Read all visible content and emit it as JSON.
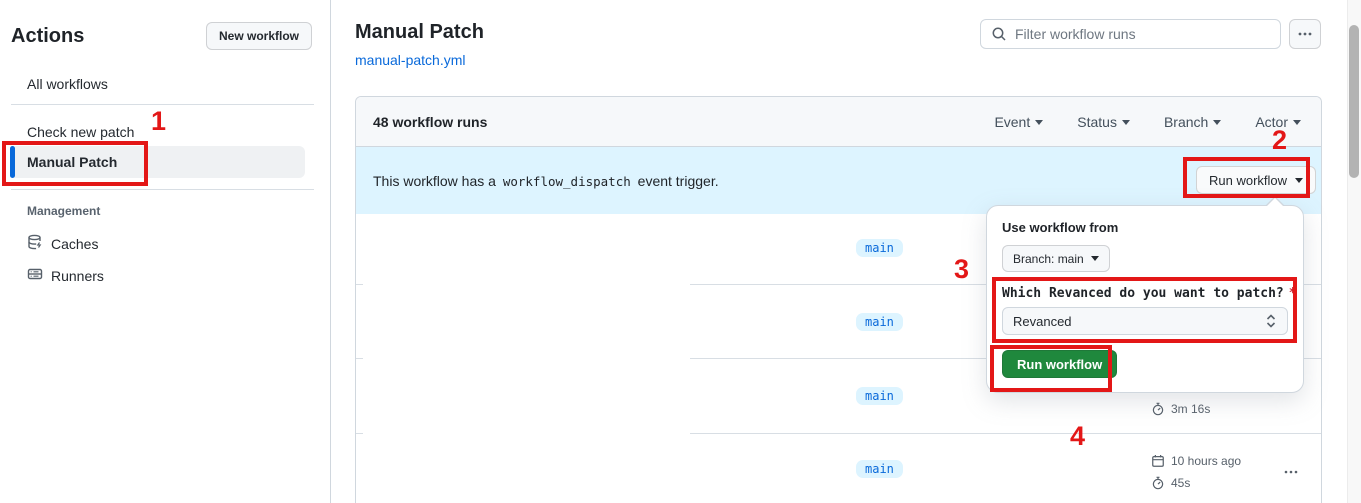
{
  "sidebar": {
    "title": "Actions",
    "new_workflow_label": "New workflow",
    "items": [
      {
        "label": "All workflows",
        "selected": false
      },
      {
        "label": "Check new patch",
        "selected": false
      },
      {
        "label": "Manual Patch",
        "selected": true
      }
    ],
    "management_label": "Management",
    "management_items": [
      {
        "label": "Caches"
      },
      {
        "label": "Runners"
      }
    ]
  },
  "main": {
    "title": "Manual Patch",
    "workflow_file_link": "manual-patch.yml",
    "filter_placeholder": "Filter workflow runs"
  },
  "runs_table": {
    "count_label": "48 workflow runs",
    "filters": [
      {
        "label": "Event"
      },
      {
        "label": "Status"
      },
      {
        "label": "Branch"
      },
      {
        "label": "Actor"
      }
    ],
    "dispatch_banner": {
      "text_before_code": "This workflow has a",
      "code": "workflow_dispatch",
      "text_after_code": "event trigger.",
      "run_workflow_button": "Run workflow"
    },
    "rows": [
      {
        "branch": "main"
      },
      {
        "branch": "main"
      },
      {
        "branch": "main",
        "duration": "3m 16s"
      },
      {
        "branch": "main",
        "started": "10 hours ago",
        "duration": "45s"
      }
    ]
  },
  "run_workflow_dialog": {
    "heading": "Use workflow from",
    "ref_selector_label": "Branch: main",
    "input_label": "Which Revanced do you want to patch?",
    "required_indicator": "*",
    "input_selected_value": "Revanced",
    "submit_label": "Run workflow"
  },
  "annotations": {
    "step_1": "1",
    "step_2": "2",
    "step_3": "3",
    "step_4": "4"
  },
  "colors": {
    "annotation_red": "#e31717",
    "accent_blue": "#0969da",
    "banner_blue": "#ddf4ff",
    "badge_blue_bg": "#ddf4ff",
    "success_green": "#1f883d",
    "header_gray_bg": "#f6f8fa",
    "border_gray": "#d0d7de",
    "top_accent_orange": "#f8795c"
  }
}
